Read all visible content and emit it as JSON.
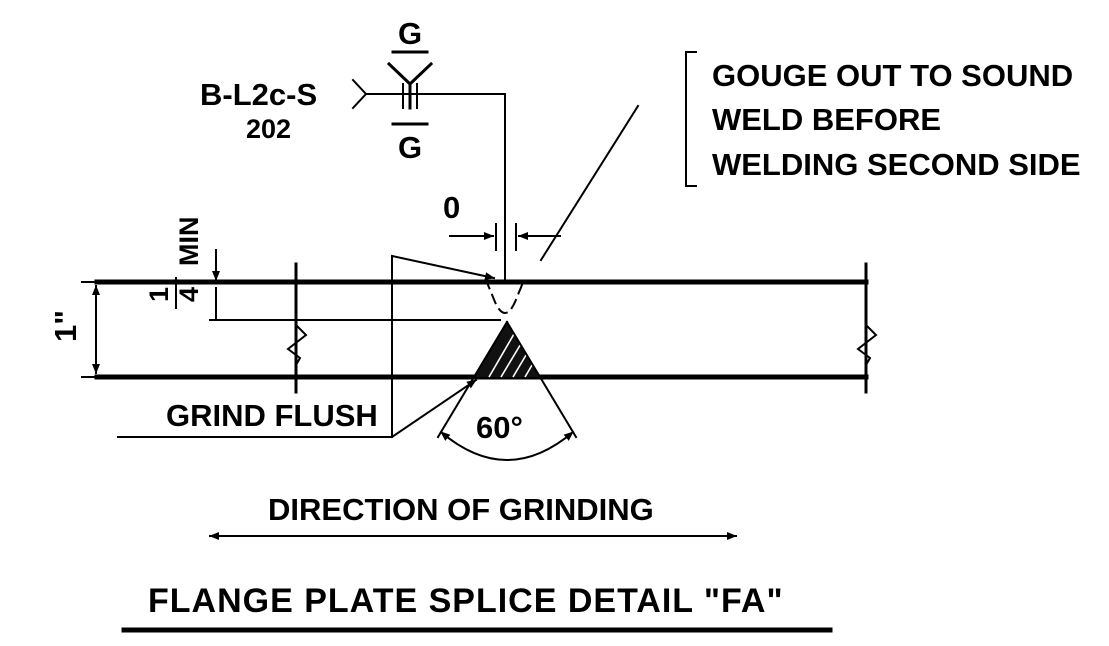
{
  "weld_symbol": {
    "joint_designation": "B-L2c-S",
    "reference_number": "202",
    "arrow_side_finish": "G",
    "other_side_finish": "G"
  },
  "notes": {
    "gouge_line_1": "GOUGE OUT TO SOUND",
    "gouge_line_2": "WELD BEFORE",
    "gouge_line_3": "WELDING SECOND SIDE",
    "grind_flush": "GRIND FLUSH",
    "direction": "DIRECTION OF GRINDING"
  },
  "dimensions": {
    "root_opening": "0",
    "plate_thickness": "1\"",
    "min_depth_numerator": "1",
    "min_depth_denominator": "4",
    "min_depth_suffix": "MIN",
    "groove_angle": "60°"
  },
  "title": "FLANGE PLATE SPLICE DETAIL \"FA\"",
  "colors": {
    "ink": "#000000",
    "background": "#ffffff"
  }
}
